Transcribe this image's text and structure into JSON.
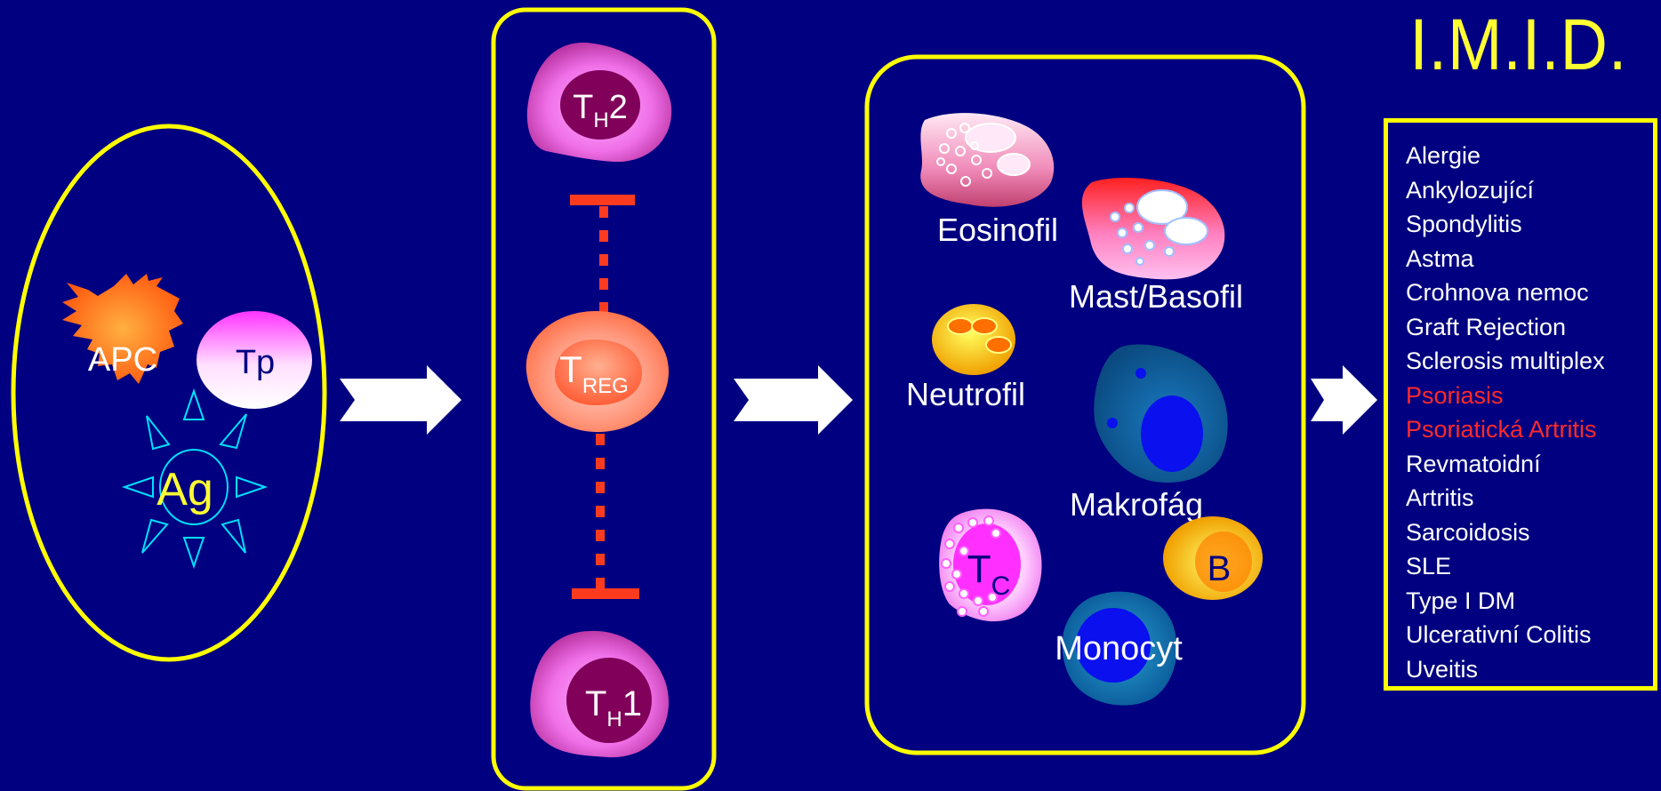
{
  "title": "I.M.I.D.",
  "left_group": {
    "apc": "APC",
    "tp": "Tp",
    "ag": "Ag"
  },
  "t_cells": {
    "th2": {
      "main": "T",
      "sub": "H",
      "suffix": "2"
    },
    "treg": {
      "main": "T",
      "sub": "REG"
    },
    "th1": {
      "main": "T",
      "sub": "H",
      "suffix": "1"
    }
  },
  "effector_cells": {
    "eosinofil": "Eosinofil",
    "mast": "Mast/Basofil",
    "neutrofil": "Neutrofil",
    "makrofag": "Makrofág",
    "tc": {
      "main": "T",
      "sub": "C"
    },
    "b": "B",
    "monocyt": "Monocyt"
  },
  "diseases": [
    {
      "text": "Alergie",
      "highlight": false
    },
    {
      "text": "Ankylozující",
      "highlight": false
    },
    {
      "text": "Spondylitis",
      "highlight": false
    },
    {
      "text": "Astma",
      "highlight": false
    },
    {
      "text": "Crohnova nemoc",
      "highlight": false
    },
    {
      "text": "Graft Rejection",
      "highlight": false
    },
    {
      "text": "Sclerosis multiplex",
      "highlight": false
    },
    {
      "text": "Psoriasis",
      "highlight": true
    },
    {
      "text": "Psoriatická  Artritis",
      "highlight": true
    },
    {
      "text": "Revmatoidní",
      "highlight": false
    },
    {
      "text": "Artritis",
      "highlight": false
    },
    {
      "text": "Sarcoidosis",
      "highlight": false
    },
    {
      "text": "SLE",
      "highlight": false
    },
    {
      "text": "Type I DM",
      "highlight": false
    },
    {
      "text": "Ulcerativní Colitis",
      "highlight": false
    },
    {
      "text": "Uveitis",
      "highlight": false
    }
  ],
  "colors": {
    "background": "#000080",
    "frame": "#ffff00",
    "title": "#ffff33",
    "highlight": "#ff2a2a",
    "arrow": "#ffffff",
    "inhibition": "#ff3b1f"
  }
}
